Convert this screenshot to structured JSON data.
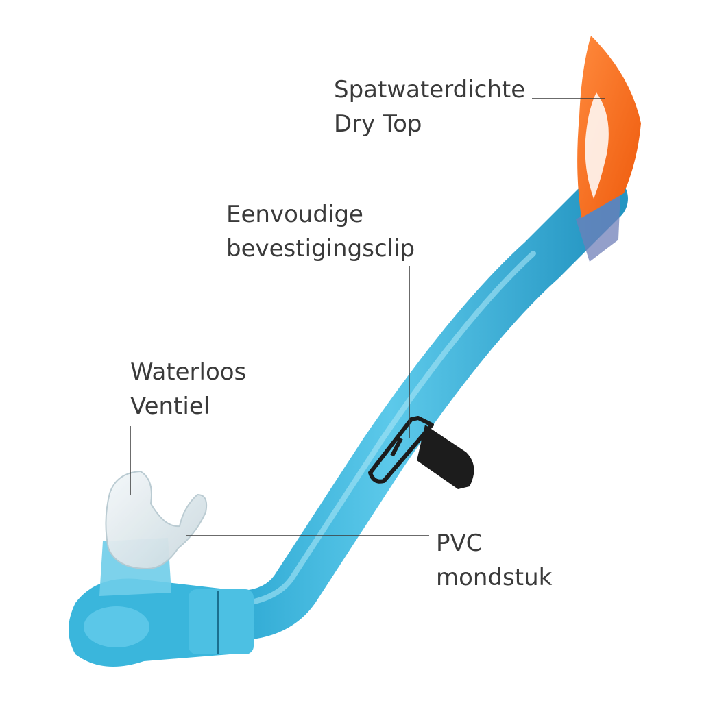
{
  "labels": {
    "dry_top": {
      "line1": "Spatwaterdichte",
      "line2": "Dry Top"
    },
    "clip": {
      "line1": "Eenvoudige",
      "line2": "bevestigingsclip"
    },
    "valve": {
      "line1": "Waterloos",
      "line2": "Ventiel"
    },
    "mouthpiece": {
      "line1": "PVC",
      "line2": "mondstuk"
    }
  },
  "colors": {
    "tube": "#3fb9de",
    "tube_dark": "#1f93bd",
    "tube_light": "#8fdcf2",
    "top": "#ff6b1a",
    "top_dark": "#e0540a",
    "clip": "#1a1a1a",
    "mouthpiece": "#e6eef1",
    "leader": "#3a3a3a"
  }
}
